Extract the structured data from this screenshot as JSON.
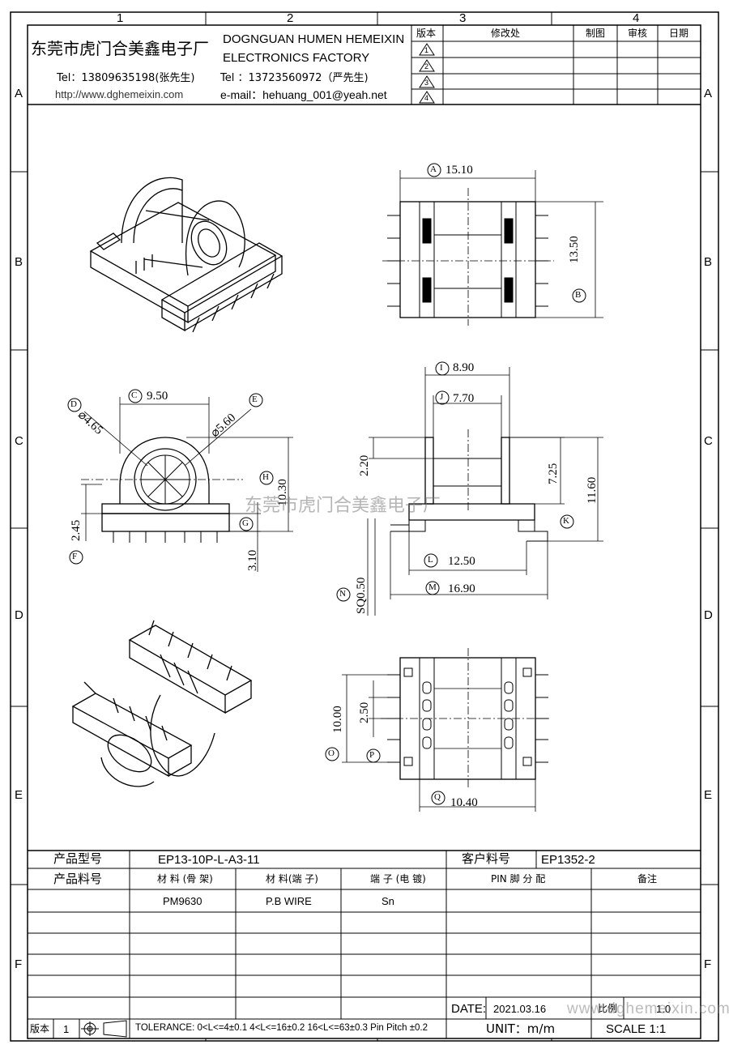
{
  "grid": {
    "cols": [
      "1",
      "2",
      "3",
      "4"
    ],
    "rows": [
      "A",
      "B",
      "C",
      "D",
      "E",
      "F"
    ]
  },
  "header": {
    "company_cn": "东莞市虎门合美鑫电子厂",
    "company_en_line1": "DOGNGUAN HUMEN HEMEIXIN",
    "company_en_line2": "ELECTRONICS FACTORY",
    "tel1": "Tel：13809635198(张先生)",
    "tel2": "Tel ：13723560972（严先生)",
    "website": "http://www.dghemeixin.com",
    "email": "e-mail：hehuang_001@yeah.net"
  },
  "revision_table": {
    "headers": [
      "版本",
      "修改处",
      "制图",
      "审核",
      "日期"
    ],
    "rev_marks": [
      "1",
      "2",
      "3",
      "4"
    ]
  },
  "dimensions": {
    "A": "15.10",
    "B": "13.50",
    "C": "9.50",
    "D": "⌀4.65",
    "E": "⌀5.60",
    "F": "2.45",
    "G": "3.10",
    "H": "10.30",
    "I": "8.90",
    "J": "7.70",
    "K": "11.60",
    "K_inner": "7.25",
    "top_h": "2.20",
    "L": "12.50",
    "M": "16.90",
    "N": "SQ0.50",
    "O": "10.00",
    "P": "2.50",
    "Q": "10.40"
  },
  "dim_letters": [
    "A",
    "B",
    "C",
    "D",
    "E",
    "F",
    "G",
    "H",
    "I",
    "J",
    "K",
    "L",
    "M",
    "N",
    "O",
    "P",
    "Q"
  ],
  "watermark": "东莞市虎门合美鑫电子厂",
  "title_block": {
    "product_model_label": "产品型号",
    "product_model": "EP13-10P-L-A3-11",
    "customer_pn_label": "客户料号",
    "customer_pn": "EP1352-2",
    "product_pn_label": "产品料号",
    "col_bobbin_material": "材 料 (骨 架)",
    "col_pin_material": "材 料(端 子)",
    "col_plating": "端 子 (电 镀)",
    "col_pin_assignment": "PIN 脚 分 配",
    "col_remark": "备注",
    "bobbin_material": "PM9630",
    "pin_material": "P.B WIRE",
    "plating": "Sn",
    "date_label": "DATE:",
    "date_value": "2021.03.16",
    "scale_ratio_label": "比例",
    "scale_ratio_value": "1.0",
    "version_label": "版本",
    "version_value": "1",
    "tolerance": "TOLERANCE:  0<L<=4±0.1  4<L<=16±0.2  16<L<=63±0.3  Pin Pitch  ±0.2",
    "unit": "UNIT：m/m",
    "scale": "SCALE   1:1",
    "footer_watermark": "www.dghemeixin.com"
  }
}
